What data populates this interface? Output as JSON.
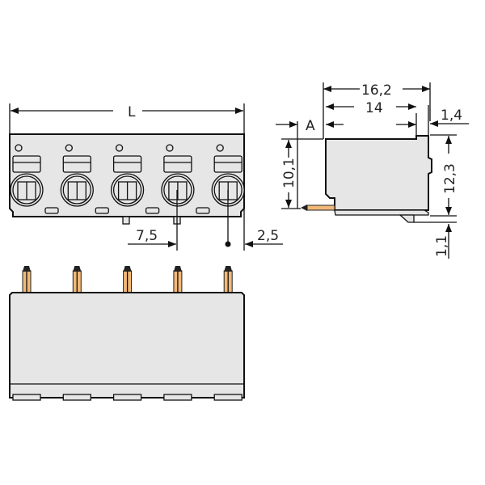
{
  "drawing": {
    "front_view": {
      "length_label": "L",
      "pitch_label": "7,5",
      "offset_label": "2,5",
      "pole_count": 5
    },
    "side_view": {
      "overall_depth_label": "16,2",
      "body_depth_label": "14",
      "rear_step_label": "1,4",
      "pin_offset_label": "A",
      "pin_height_label": "10,1",
      "body_height_label": "12,3",
      "foot_height_label": "1,1"
    },
    "colors": {
      "body": "#e6e6e6",
      "pin": "#f0b978",
      "line": "#111111"
    }
  }
}
